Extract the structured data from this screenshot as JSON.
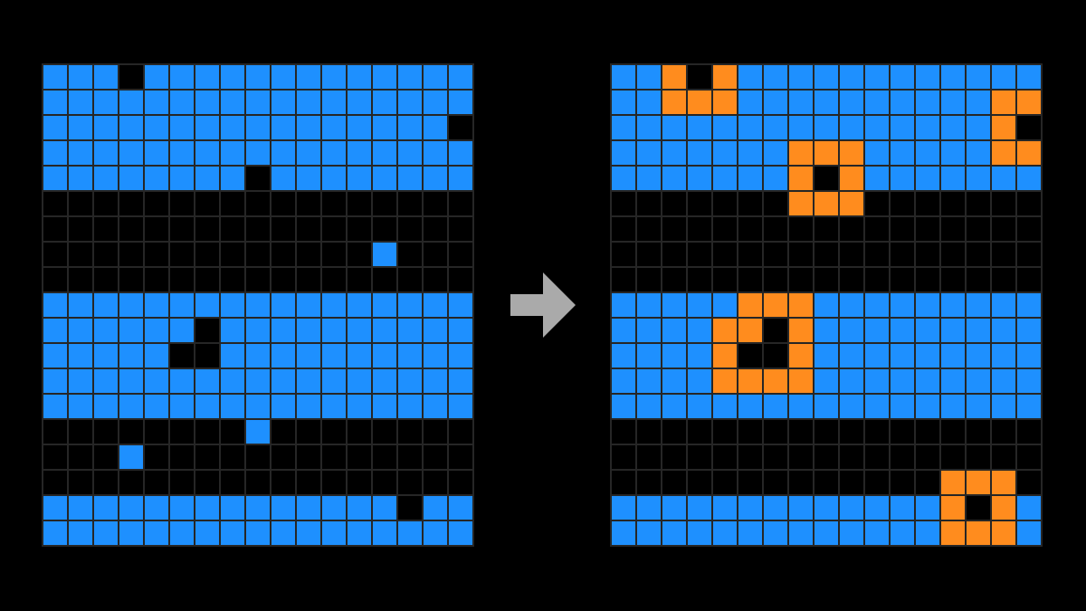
{
  "colors": {
    "0": "#000000",
    "1": "#1e90ff",
    "2": "#ff8c1e",
    "arrow": "#aaaaaa"
  },
  "input_grid": [
    "11101111111111111",
    "11111111111111111",
    "11111111111111110",
    "11111111111111111",
    "11111111011111111",
    "00000000000000000",
    "00000000000000000",
    "00000000000001000",
    "00000000000000000",
    "11111111111111111",
    "11111101111111111",
    "11111001111111111",
    "11111111111111111",
    "11111111111111111",
    "00000000100000000",
    "00010000000000000",
    "00000000000000000",
    "11111111111111011",
    "11111111111111111"
  ],
  "output_grid": [
    "11202111111111111",
    "11222111111111122",
    "11111111111111120",
    "11111112221111122",
    "11111112021111111",
    "00000002220000000",
    "00000000000000000",
    "00000000000000000",
    "00000000000000000",
    "11111222111111111",
    "11112202111111111",
    "11112002111111111",
    "11112222111111111",
    "11111111111111111",
    "00000000000000000",
    "00000000000000000",
    "00000000000002220",
    "11111111111112021",
    "11111111111112221"
  ]
}
